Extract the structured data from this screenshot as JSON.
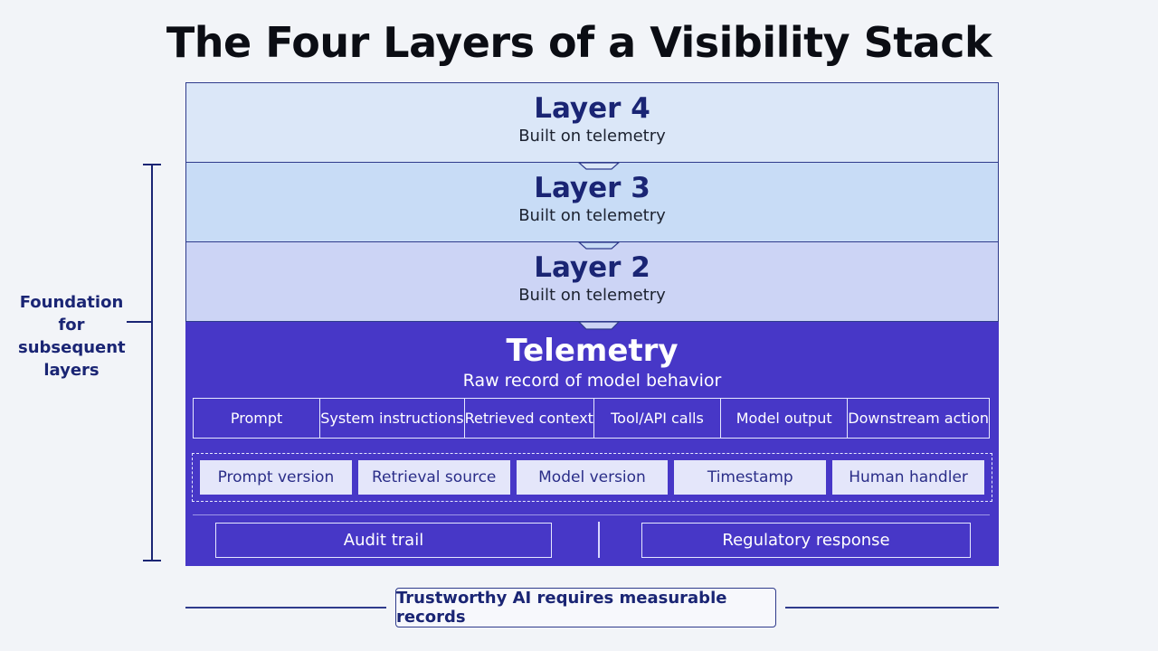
{
  "title": "The Four Layers of a Visibility Stack",
  "layers": [
    {
      "name": "Layer 4",
      "desc": "Built on telemetry"
    },
    {
      "name": "Layer 3",
      "desc": "Built on telemetry"
    },
    {
      "name": "Layer 2",
      "desc": "Built on telemetry"
    }
  ],
  "telemetry": {
    "name": "Telemetry",
    "desc": "Raw record of model behavior",
    "inputs": [
      "Prompt",
      "System instructions",
      "Retrieved context",
      "Tool/API calls",
      "Model output",
      "Downstream action"
    ],
    "metadata": [
      "Prompt version",
      "Retrieval source",
      "Model version",
      "Timestamp",
      "Human handler"
    ],
    "outputs": [
      "Audit trail",
      "Regulatory response"
    ]
  },
  "foundation_label": [
    "Foundation",
    "for",
    "subsequent",
    "layers"
  ],
  "footer": "Trustworthy AI requires measurable records",
  "colors": {
    "layer4": "#dbe7f8",
    "layer3": "#c8dcf6",
    "layer2": "#ccd4f5",
    "telemetry": "#4737c7",
    "accent": "#1a2574"
  }
}
